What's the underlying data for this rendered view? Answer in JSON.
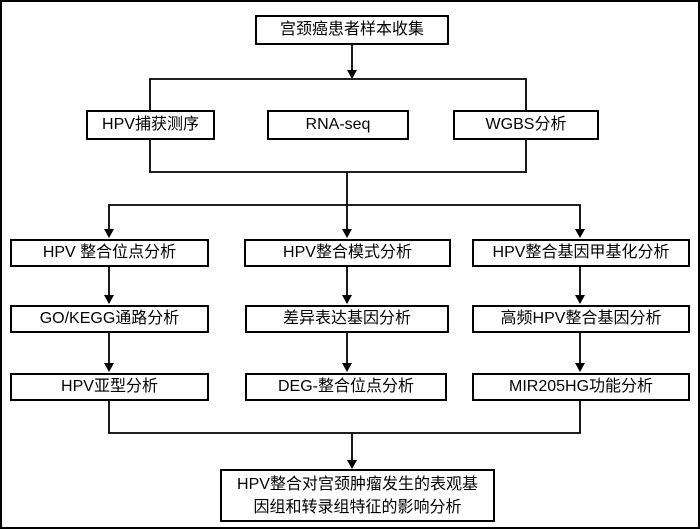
{
  "diagram": {
    "background_color": "#ffffff",
    "line_color": "#000000",
    "box_border_color": "#000000",
    "nodes": {
      "collect": "宫颈癌患者样本收集",
      "hpv_capture": "HPV捕获测序",
      "rna_seq": "RNA-seq",
      "wgbs": "WGBS分析",
      "integration_site": "HPV 整合位点分析",
      "integration_pattern": "HPV整合模式分析",
      "methylation": "HPV整合基因甲基化分析",
      "go_kegg": "GO/KEGG通路分析",
      "deg": "差异表达基因分析",
      "high_freq": "高频HPV整合基因分析",
      "subtype": "HPV亚型分析",
      "deg_site": "DEG-整合位点分析",
      "mir205hg": "MIR205HG功能分析",
      "final_line1": "HPV整合对宫颈肿瘤发生的表观基",
      "final_line2": "因组和转录组特征的影响分析"
    }
  }
}
